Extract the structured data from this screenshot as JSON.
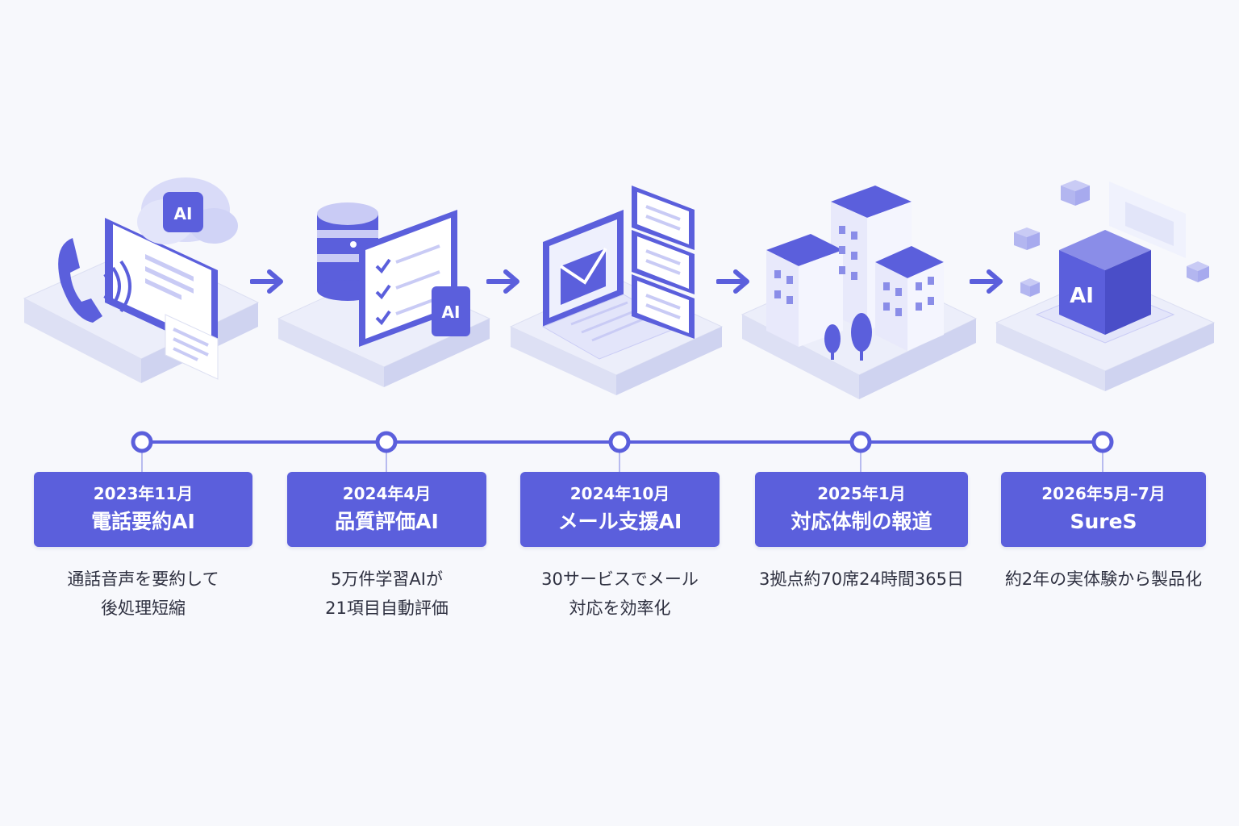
{
  "colors": {
    "accent": "#5b5fdc",
    "accent_light": "#c9cbf5",
    "platform": "#eceefa",
    "background": "#f7f8fc",
    "text": "#2e3040"
  },
  "milestones": [
    {
      "date": "2023年11月",
      "title": "電話要約AI",
      "description": [
        "通話音声を要約して",
        "後処理短縮"
      ],
      "icon": "phone-summary-icon",
      "illustration_label": "AI"
    },
    {
      "date": "2024年4月",
      "title": "品質評価AI",
      "description": [
        "5万件学習AIが",
        "21項目自動評価"
      ],
      "icon": "quality-evaluation-icon",
      "illustration_label": "AI"
    },
    {
      "date": "2024年10月",
      "title": "メール支援AI",
      "description": [
        "30サービスでメール",
        "対応を効率化"
      ],
      "icon": "email-support-icon"
    },
    {
      "date": "2025年1月",
      "title": "対応体制の報道",
      "description": [
        "3拠点約70席24時間365日"
      ],
      "icon": "office-buildings-icon"
    },
    {
      "date": "2026年5月–7月",
      "title": "SureS",
      "description": [
        "約2年の実体験から製品化"
      ],
      "icon": "ai-cube-icon",
      "illustration_label": "AI"
    }
  ]
}
